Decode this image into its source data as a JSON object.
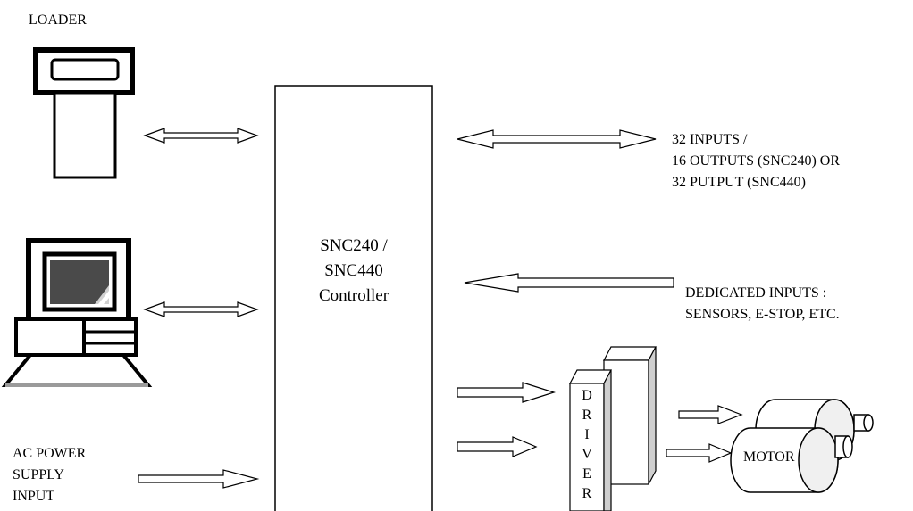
{
  "labels": {
    "loader": "LOADER",
    "io_line1": "32 INPUTS /",
    "io_line2": "16 OUTPUTS (SNC240) OR",
    "io_line3": "32 PUTPUT (SNC440)",
    "dedicated_line1": "DEDICATED INPUTS :",
    "dedicated_line2": "SENSORS, E-STOP, ETC.",
    "power_line1": "AC POWER",
    "power_line2": "SUPPLY",
    "power_line3": "INPUT",
    "controller_line1": "SNC240 /",
    "controller_line2": "SNC440",
    "controller_line3": "Controller",
    "driver_letters": [
      "D",
      "R",
      "I",
      "V",
      "E",
      "R"
    ],
    "motor": "MOTOR"
  },
  "colors": {
    "line": "#000000",
    "fill": "#ffffff",
    "screen_dark": "#4a4a4a",
    "screen_light": "#d0d0d0",
    "panel_gray": "#cfcfcf",
    "motor_shade": "#f0f0f0"
  },
  "icons": {
    "loader": "handheld-loader-icon",
    "computer": "desktop-computer-icon",
    "driver": "driver-unit-icon",
    "motor": "motor-icon"
  }
}
